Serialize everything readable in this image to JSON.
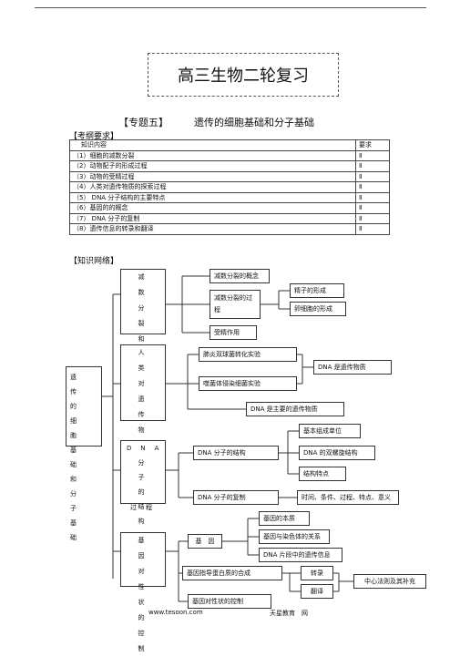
{
  "title": "高三生物二轮复习",
  "topic": {
    "label": "【专题五】",
    "name": "遗传的细胞基础和分子基础"
  },
  "exam_header": "【考纲要求】",
  "table": {
    "headers": [
      "知识内容",
      "要求"
    ],
    "rows": [
      [
        "（1）细胞的减数分裂",
        "Ⅱ"
      ],
      [
        "（2）动物配子的形成过程",
        "Ⅱ"
      ],
      [
        "（3）动物的受精过程",
        "Ⅱ"
      ],
      [
        "（4）人类对遗传物质的探索过程",
        "Ⅱ"
      ],
      [
        "（5） DNA 分子结构的主要特点",
        "Ⅱ"
      ],
      [
        "（6）基因的的概念",
        "Ⅱ"
      ],
      [
        "（7） DNA 分子的复制",
        "Ⅱ"
      ],
      [
        "（8）遗传信息的转录和翻译",
        "Ⅱ"
      ]
    ]
  },
  "network_header": "【知识网络】",
  "network": {
    "root": "遗 传 的 细 胞 基 础 和 分 子 基 础",
    "branch1": "减 数 分 裂 和 受 精 作 用",
    "branch2": "人 类 对 遗 传 物 质 的 探 索 过程",
    "branch3": "DNA 分 子 的 结 构 和 复 制",
    "branch4": "基 因 对 性 状 的 控 制",
    "b1_items": [
      "减数分裂的概念",
      "减数分裂的过程",
      "受精作用"
    ],
    "b1_sub": [
      "精子的形成",
      "卵细胞的形成"
    ],
    "b2_items": [
      "肺炎双球菌转化实验",
      "噬菌体侵染细菌实验",
      "DNA 是主要的遗传物质"
    ],
    "b2_result": "DNA 是遗传物质",
    "b3_items": [
      "DNA 分子的结构",
      "DNA 分子的复制"
    ],
    "b3_struct": [
      "基本组成单位",
      "DNA 的双螺旋结构",
      "结构特点"
    ],
    "b3_rep": "时间、条件、过程、特点、意义",
    "b4_gene": "基　因",
    "b4_gene_items": [
      "基因的本质",
      "基因与染色体的关系",
      "DNA 片段中的遗传信息"
    ],
    "b4_protein": "基因指导蛋白质的合成",
    "b4_protein_items": [
      "转录",
      "翻译"
    ],
    "b4_central": "中心法则及其补充",
    "b4_trait": "基因对性状的控制"
  },
  "footer": {
    "url": "www.tesoon.com",
    "org": "天星教育　网"
  }
}
